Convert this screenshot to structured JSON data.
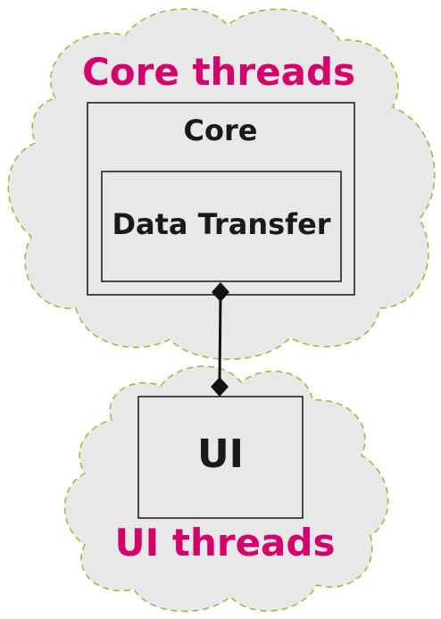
{
  "diagram": {
    "core_cloud": {
      "title": "Core threads",
      "core_box_label": "Core",
      "data_transfer_label": "Data Transfer"
    },
    "ui_cloud": {
      "title": "UI threads",
      "ui_box_label": "UI"
    },
    "colors": {
      "cloud_fill": "#e8e8e8",
      "cloud_border": "#9ab832",
      "title_text": "#d4006b",
      "box_border": "#222222",
      "connector": "#111111"
    }
  }
}
